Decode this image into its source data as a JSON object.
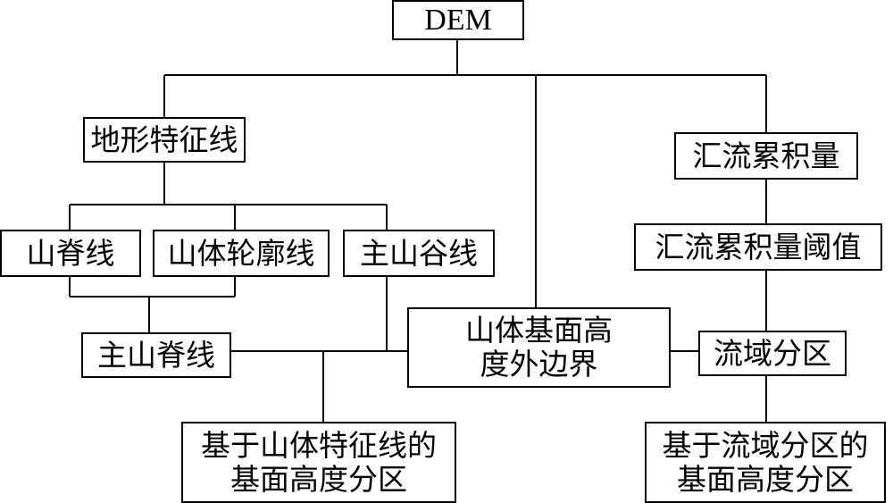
{
  "nodes": {
    "dem": "DEM",
    "terrain_feature_lines": "地形特征线",
    "flow_accumulation": "汇流累积量",
    "ridge_line": "山脊线",
    "mountain_contour_line": "山体轮廓线",
    "main_valley_line": "主山谷线",
    "flow_accumulation_threshold": "汇流累积量阈值",
    "main_ridge_line": "主山脊线",
    "base_height_outer_boundary_line1": "山体基面高",
    "base_height_outer_boundary_line2": "度外边界",
    "watershed_partition": "流域分区",
    "feature_based_partition_line1": "基于山体特征线的",
    "feature_based_partition_line2": "基面高度分区",
    "watershed_based_partition_line1": "基于流域分区的",
    "watershed_based_partition_line2": "基面高度分区"
  }
}
